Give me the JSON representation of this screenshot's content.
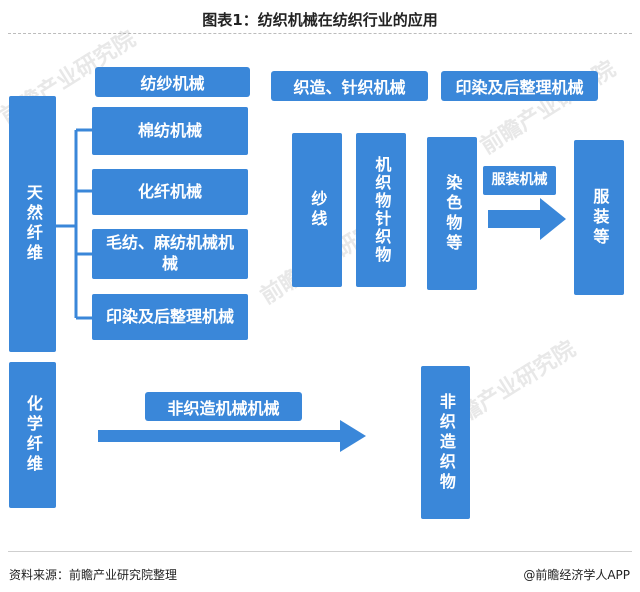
{
  "title": "图表1：纺织机械在纺织行业的应用",
  "left_column": {
    "natural_fiber": "天然纤维",
    "chemical_fiber": "化学纤维"
  },
  "spinning": {
    "header": "纺纱机械",
    "items": [
      "棉纺机械",
      "化纤机械",
      "毛纺、麻纺机械机械",
      "印染及后整理机械"
    ]
  },
  "weaving": {
    "header": "织造、针织机械",
    "yarn": "纱线",
    "fabric": "机织物针织物"
  },
  "dyeing": {
    "header": "印染及后整理机械",
    "dyed": "染色物等",
    "garment_machine": "服装机械",
    "garments": "服装等"
  },
  "nonwoven": {
    "machine": "非织造机械机械",
    "product": "非织造织物"
  },
  "watermark": "前瞻产业研究院",
  "footer": {
    "source": "资料来源：前瞻产业研究院整理",
    "brand": "@前瞻经济学人APP"
  },
  "colors": {
    "box": "#3a87d9",
    "arrow": "#3a87d9"
  }
}
